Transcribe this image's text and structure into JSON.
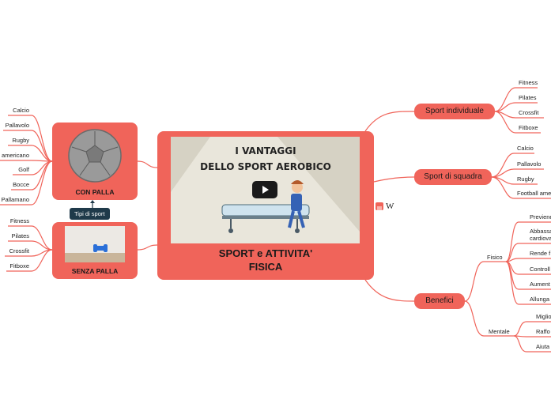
{
  "central": {
    "video_title_line1": "I VANTAGGI",
    "video_title_line2": "DELLO SPORT AEROBICO",
    "title_line1": "SPORT e ATTIVITA'",
    "title_line2": "FISICA"
  },
  "left": {
    "con_palla": {
      "label": "CON PALLA",
      "items": [
        "Calcio",
        "Pallavolo",
        "Rugby",
        "americano",
        "Golf",
        "Bocce",
        "Pallamano"
      ]
    },
    "senza_palla": {
      "label": "SENZA PALLA",
      "items": [
        "Fitness",
        "Pilates",
        "Crossfit",
        "Fitboxe"
      ]
    },
    "tooltip": "Tipi di sport"
  },
  "right": {
    "individuale": {
      "label": "Sport individuale",
      "items": [
        "Fitness",
        "Pilates",
        "Crossfit",
        "Fitboxe"
      ]
    },
    "squadra": {
      "label": "Sport di squadra",
      "items": [
        "Calcio",
        "Pallavolo",
        "Rugby",
        "Football ame"
      ]
    },
    "benefici": {
      "label": "Benefici",
      "fisico": {
        "label": "Fisico",
        "items": [
          "Previene",
          "Abbassa",
          "cardiova",
          "Rende f",
          "Controll",
          "Aument",
          "Allunga"
        ]
      },
      "mentale": {
        "label": "Mentale",
        "items": [
          "Miglio",
          "Raffo",
          "Aiuta"
        ]
      }
    }
  },
  "icons": {
    "notes": "notes-icon",
    "wikipedia": "wikipedia-icon",
    "play": "play-icon"
  },
  "colors": {
    "accent": "#f0645a",
    "tooltip_bg": "#1f3a4a"
  }
}
